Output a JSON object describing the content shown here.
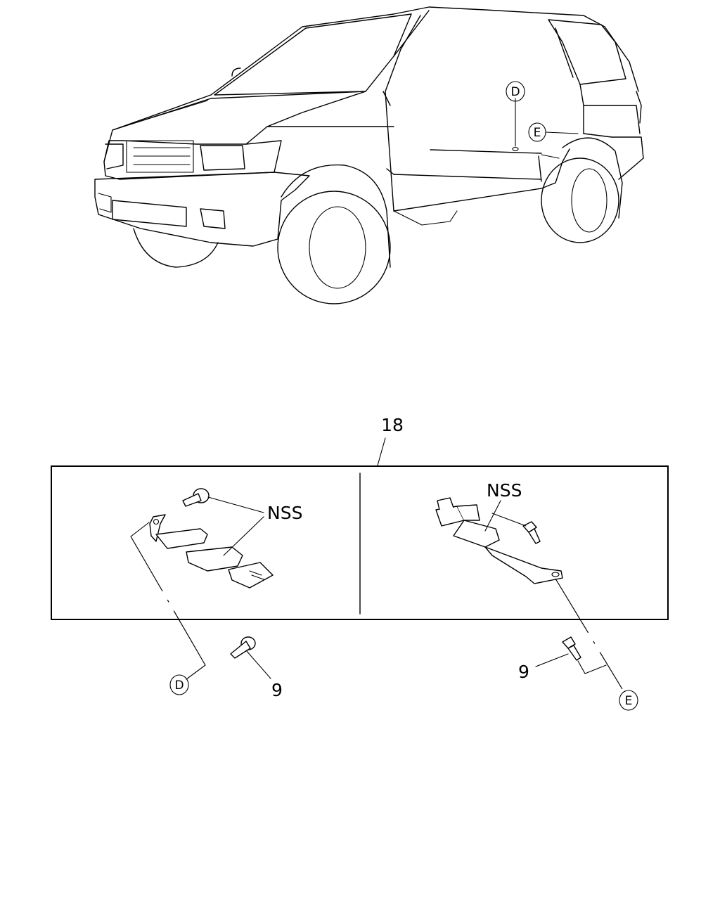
{
  "callouts": {
    "body_d": "D",
    "body_e": "E",
    "left_d": "D",
    "right_e": "E"
  },
  "labels": {
    "assembly_number": "18",
    "left_nss": "NSS",
    "right_nss": "NSS",
    "left_bolt_number": "9",
    "right_bolt_number": "9"
  }
}
